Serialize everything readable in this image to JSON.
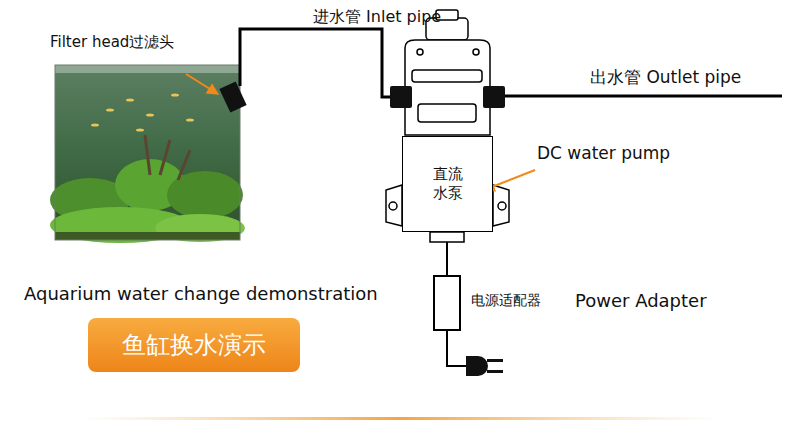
{
  "diagram": {
    "nodes": [
      {
        "text": [
          "直流 水泵"
        ]
      },
      {
        "text": [
          "鱼缸换水演示"
        ]
      }
    ],
    "labels": [
      "Filter head过滤头",
      "进水管 Inlet pipe",
      "出水管 Outlet pipe",
      "DC water pump",
      "电源适配器",
      "Power Adapter",
      "Aquarium water change demonstration"
    ]
  }
}
